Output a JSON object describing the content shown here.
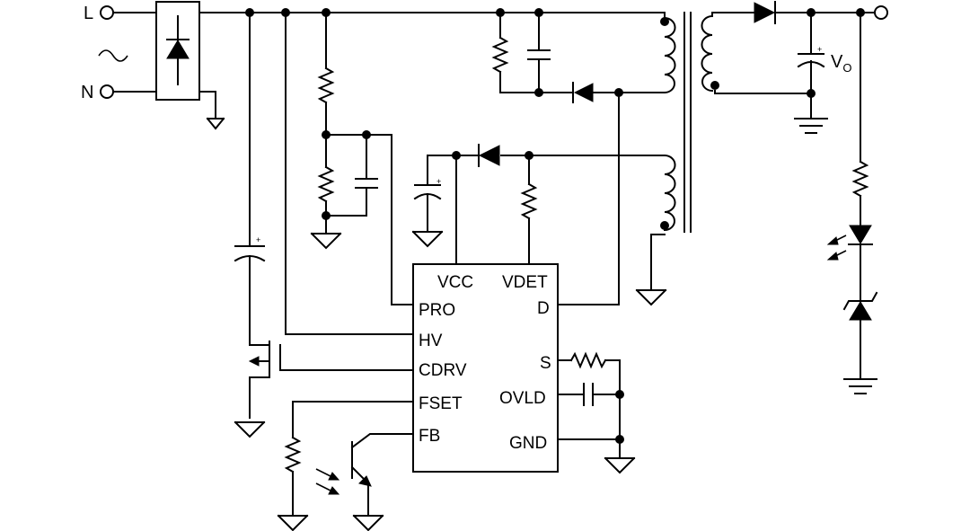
{
  "terminals": {
    "line": "L",
    "neutral": "N"
  },
  "ic": {
    "pins": {
      "vcc": "VCC",
      "vdet": "VDET",
      "pro": "PRO",
      "d": "D",
      "hv": "HV",
      "s": "S",
      "cdrv": "CDRV",
      "ovld": "OVLD",
      "fset": "FSET",
      "fb": "FB",
      "gnd": "GND"
    }
  },
  "output": {
    "label": "V",
    "subscript": "O"
  },
  "polarity_mark": "+",
  "colors": {
    "ink": "#000000",
    "background": "#ffffff"
  },
  "symbols": [
    "ac-source-icon",
    "bridge-rectifier-icon",
    "transformer-icon",
    "mosfet-icon",
    "optocoupler-icon",
    "led-icon",
    "zener-icon",
    "ground-icon"
  ]
}
